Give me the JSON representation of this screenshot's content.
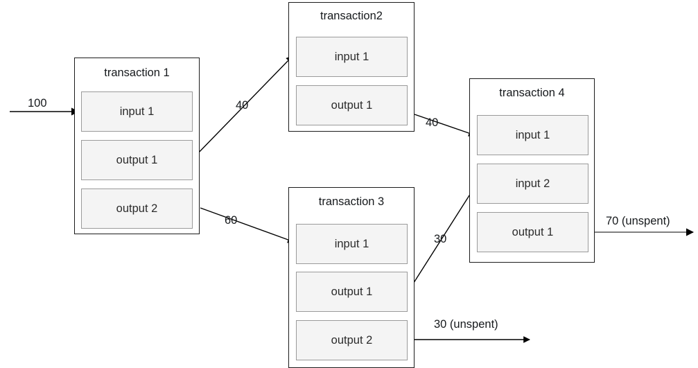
{
  "diagram": {
    "title": "bitcoin transaction chain diagram",
    "colors": {
      "box_border": "#1a1a1a",
      "io_border": "#9a9a9a",
      "io_fill": "#f4f4f4",
      "edge": "#000000",
      "text": "#16191c",
      "background": "#ffffff"
    },
    "transactions": [
      {
        "id": "transaction-1",
        "title": "transaction 1",
        "rows": [
          {
            "id": "tx1-input-1",
            "label": "input 1",
            "kind": "input"
          },
          {
            "id": "tx1-output-1",
            "label": "output 1",
            "kind": "output"
          },
          {
            "id": "tx1-output-2",
            "label": "output 2",
            "kind": "output"
          }
        ]
      },
      {
        "id": "transaction-2",
        "title": "transaction2",
        "rows": [
          {
            "id": "tx2-input-1",
            "label": "input 1",
            "kind": "input"
          },
          {
            "id": "tx2-output-1",
            "label": "output 1",
            "kind": "output"
          }
        ]
      },
      {
        "id": "transaction-3",
        "title": "transaction 3",
        "rows": [
          {
            "id": "tx3-input-1",
            "label": "input 1",
            "kind": "input"
          },
          {
            "id": "tx3-output-1",
            "label": "output 1",
            "kind": "output"
          },
          {
            "id": "tx3-output-2",
            "label": "output 2",
            "kind": "output"
          }
        ]
      },
      {
        "id": "transaction-4",
        "title": "transaction 4",
        "rows": [
          {
            "id": "tx4-input-1",
            "label": "input 1",
            "kind": "input"
          },
          {
            "id": "tx4-input-2",
            "label": "input 2",
            "kind": "input"
          },
          {
            "id": "tx4-output-1",
            "label": "output 1",
            "kind": "output"
          }
        ]
      }
    ],
    "edges": [
      {
        "id": "edge-incoming-100",
        "label": "100",
        "from": "external",
        "to": "tx1-input-1"
      },
      {
        "id": "edge-tx1-out1-to-tx2",
        "label": "40",
        "from": "tx1-output-1",
        "to": "tx2-input-1"
      },
      {
        "id": "edge-tx1-out2-to-tx3",
        "label": "60",
        "from": "tx1-output-2",
        "to": "tx3-input-1"
      },
      {
        "id": "edge-tx2-out1-to-tx4",
        "label": "40",
        "from": "tx2-output-1",
        "to": "tx4-input-1"
      },
      {
        "id": "edge-tx3-out1-to-tx4",
        "label": "30",
        "from": "tx3-output-1",
        "to": "tx4-input-2"
      },
      {
        "id": "edge-tx3-out2-unspent",
        "label": "30 (unspent)",
        "from": "tx3-output-2",
        "to": "external"
      },
      {
        "id": "edge-tx4-out1-unspent",
        "label": "70 (unspent)",
        "from": "tx4-output-1",
        "to": "external"
      }
    ]
  }
}
